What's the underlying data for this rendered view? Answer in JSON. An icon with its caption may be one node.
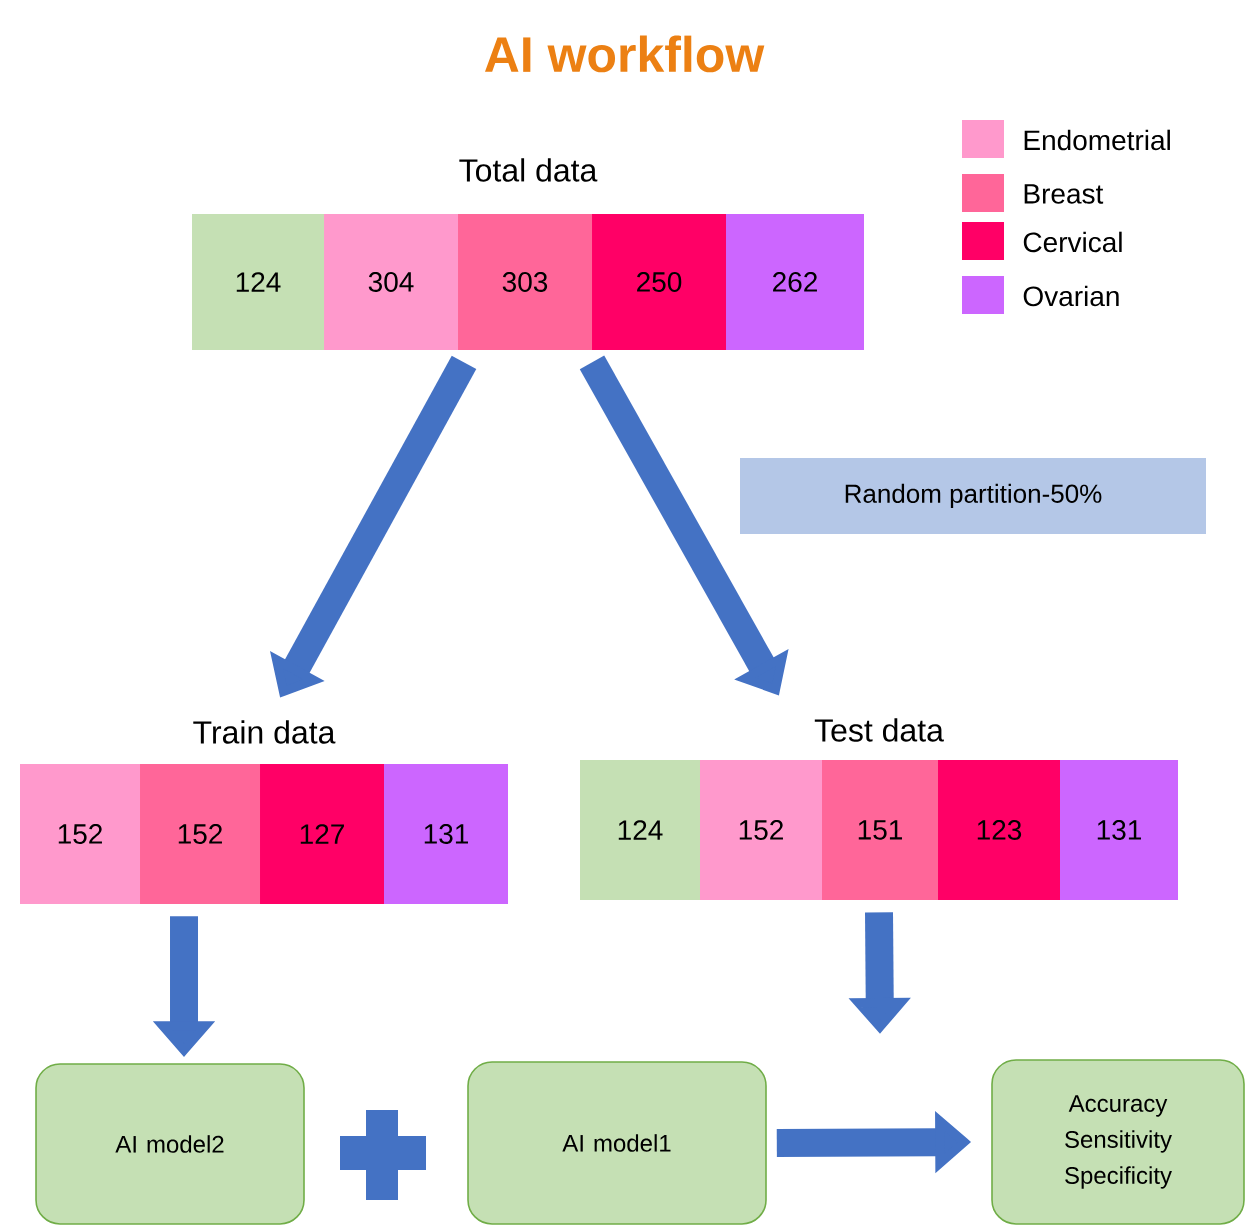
{
  "diagram": {
    "title": "AI workflow",
    "nodes": [
      {
        "text": [
          "Total data"
        ]
      },
      {
        "text": [
          "124"
        ],
        "in": 0
      },
      {
        "text": [
          "304"
        ],
        "in": 0
      },
      {
        "text": [
          "303"
        ],
        "in": 0
      },
      {
        "text": [
          "250"
        ],
        "in": 0
      },
      {
        "text": [
          "262"
        ],
        "in": 0
      },
      {
        "text": [
          "Random partition-50%"
        ]
      },
      {
        "text": [
          "Train data"
        ]
      },
      {
        "text": [
          "152"
        ],
        "in": 7
      },
      {
        "text": [
          "152"
        ],
        "in": 7
      },
      {
        "text": [
          "127"
        ],
        "in": 7
      },
      {
        "text": [
          "131"
        ],
        "in": 7
      },
      {
        "text": [
          "Test data"
        ]
      },
      {
        "text": [
          "124"
        ],
        "in": 12
      },
      {
        "text": [
          "152"
        ],
        "in": 12
      },
      {
        "text": [
          "151"
        ],
        "in": 12
      },
      {
        "text": [
          "123"
        ],
        "in": 12
      },
      {
        "text": [
          "131"
        ],
        "in": 12
      },
      {
        "text": [
          "AI model2"
        ]
      },
      {
        "text": [
          "AI model1"
        ]
      },
      {
        "text": [
          "Accuracy Sensitivity Specificity"
        ]
      }
    ],
    "edges": [
      {
        "from": 0,
        "to": 7,
        "arrow": "to"
      },
      {
        "from": 0,
        "to": 12,
        "arrow": "to"
      },
      {
        "from": 7,
        "to": 18,
        "arrow": "to"
      },
      {
        "from": 12,
        "to": null,
        "arrow": "to"
      },
      {
        "from": 19,
        "to": 20,
        "arrow": "to"
      }
    ],
    "legend": [
      {
        "text": "Endometrial",
        "color": "#ff99cc"
      },
      {
        "text": "Breast",
        "color": "#ff6699"
      },
      {
        "text": "Cervical",
        "color": "#ff0066"
      },
      {
        "text": "Ovarian",
        "color": "#cc66ff"
      }
    ]
  }
}
